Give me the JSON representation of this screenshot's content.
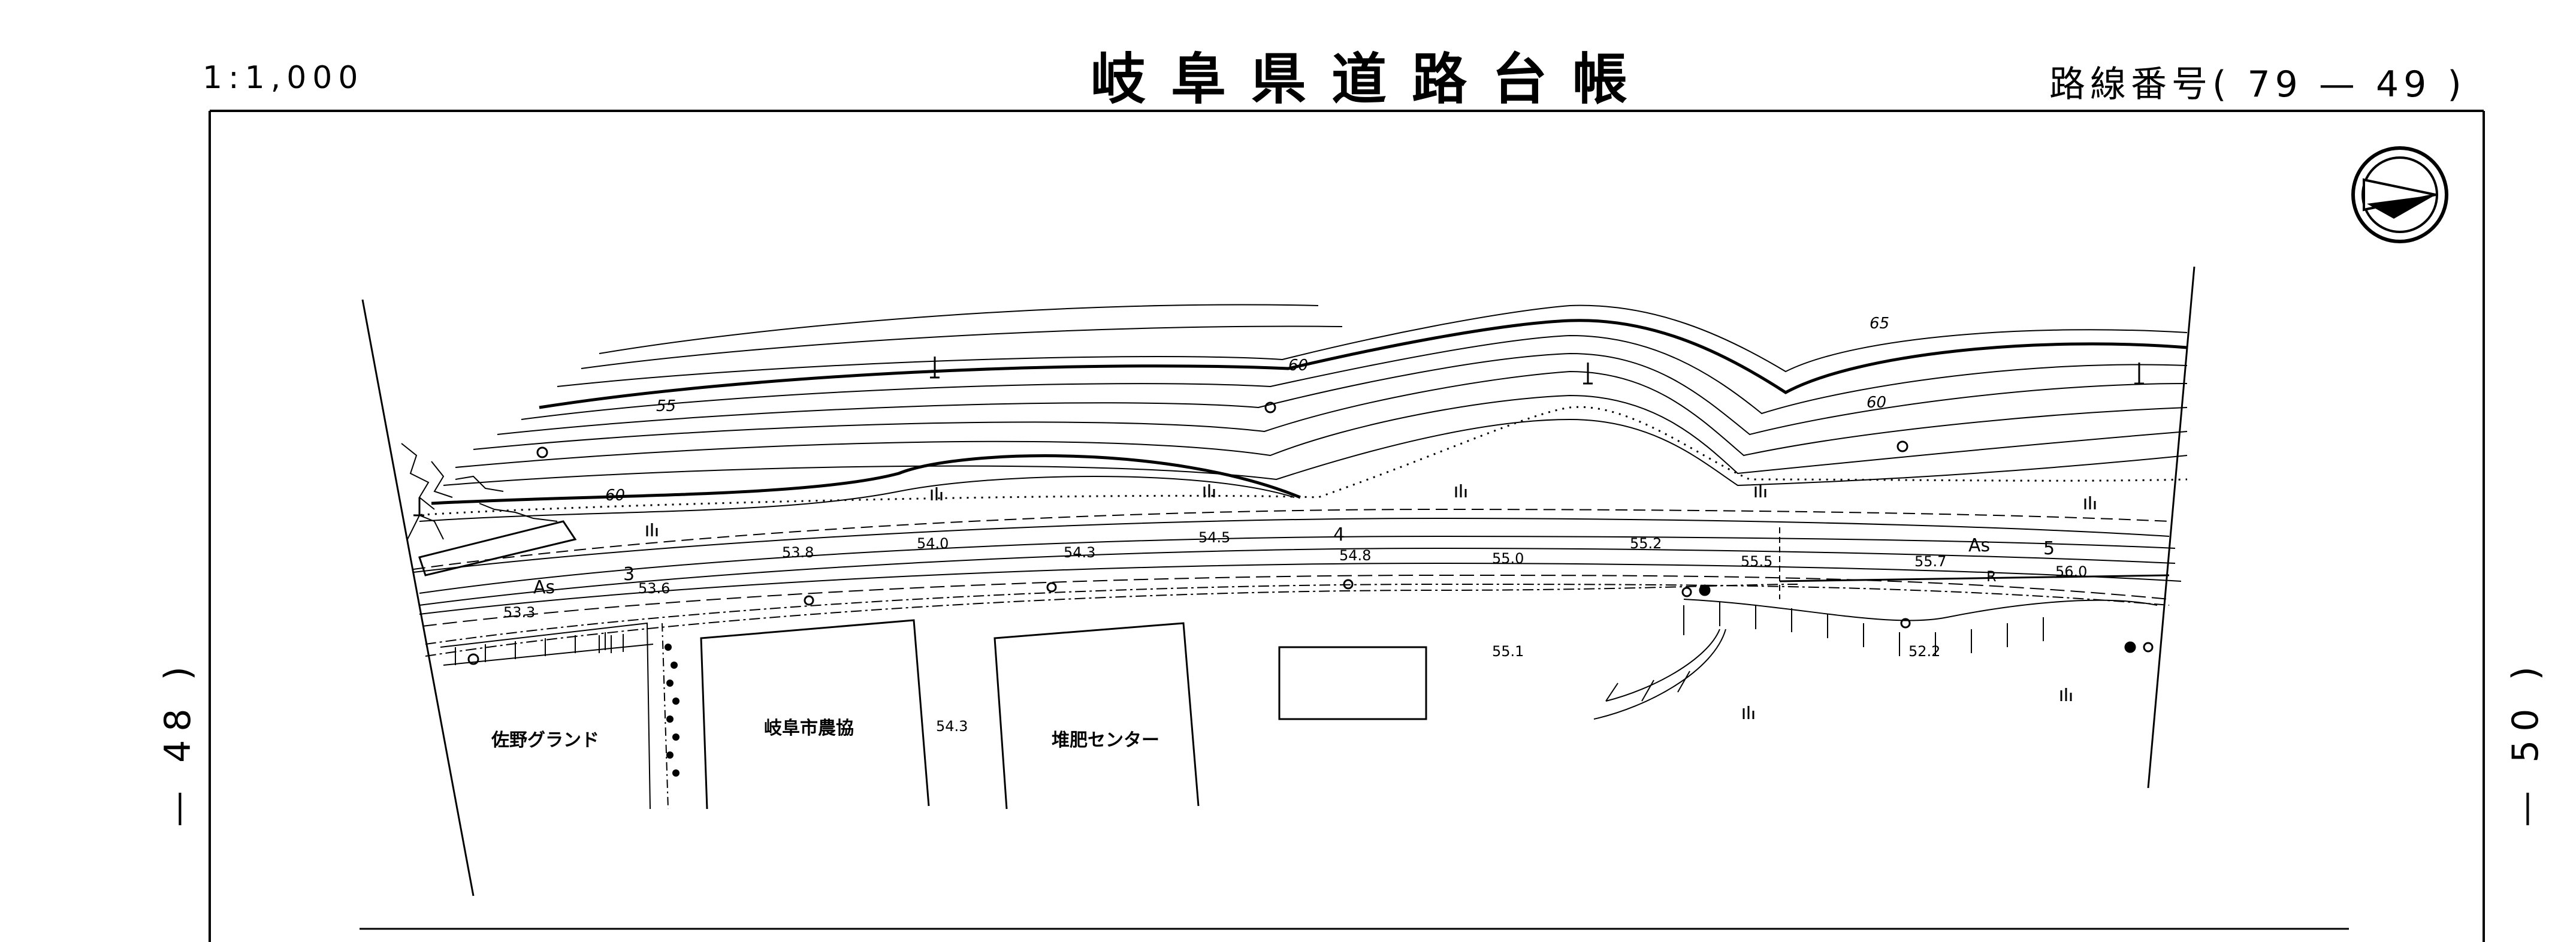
{
  "header": {
    "scale": "1:1,000",
    "title": "岐阜県道路台帳",
    "route": "路線番号( 79 — 49 )"
  },
  "adjacent_sheets": {
    "previous": "— 48 )",
    "next": "— 50 )"
  },
  "contour_labels": [
    "55",
    "60",
    "60",
    "60",
    "65"
  ],
  "road": {
    "surface_left": "As",
    "surface_right": "As",
    "stations": [
      "3",
      "4",
      "5"
    ],
    "marker_r": "R"
  },
  "elevations": [
    "53.3",
    "53.6",
    "53.8",
    "54.0",
    "54.3",
    "54.5",
    "54.8",
    "55.0",
    "55.2",
    "55.5",
    "55.7",
    "56.0",
    "55.1",
    "52.2",
    "54.3"
  ],
  "places": {
    "grand": "佐野グランド",
    "coop": "岐阜市農協",
    "compost": "堆肥センター"
  },
  "colors": {
    "ink": "#000000",
    "paper": "#ffffff"
  }
}
